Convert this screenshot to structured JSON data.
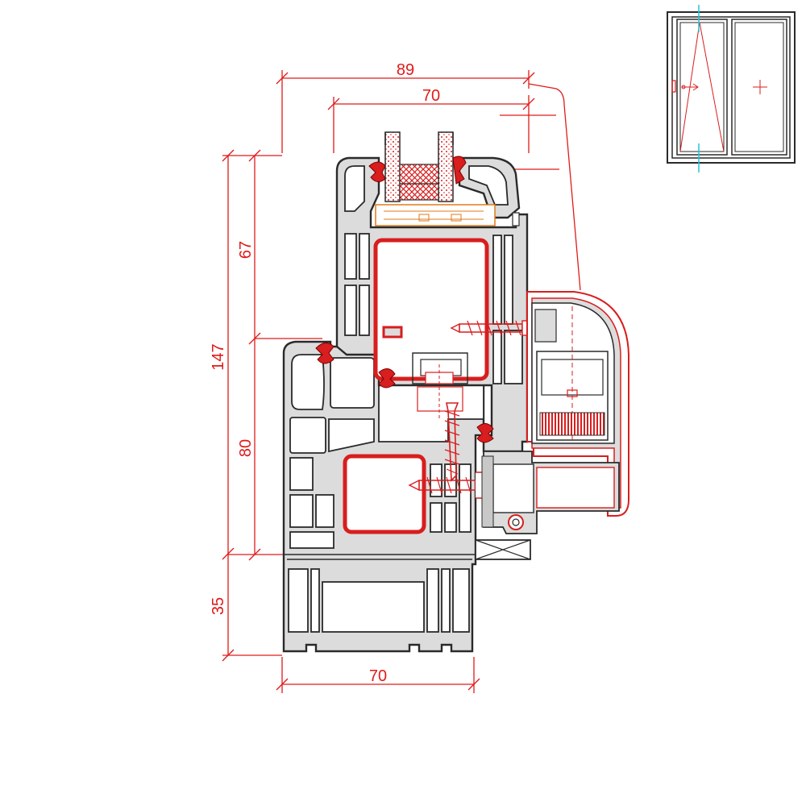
{
  "dimensions": {
    "top_overall": "89",
    "top_inner": "70",
    "left_total": "147",
    "left_sash": "67",
    "left_frame": "80",
    "left_base": "35",
    "bottom_width": "70"
  },
  "colors": {
    "dimension": "#e01a1a",
    "profile_fill": "#dcdcdc",
    "outline": "#2a2a2a",
    "accent_axis": "#22c4d8"
  }
}
